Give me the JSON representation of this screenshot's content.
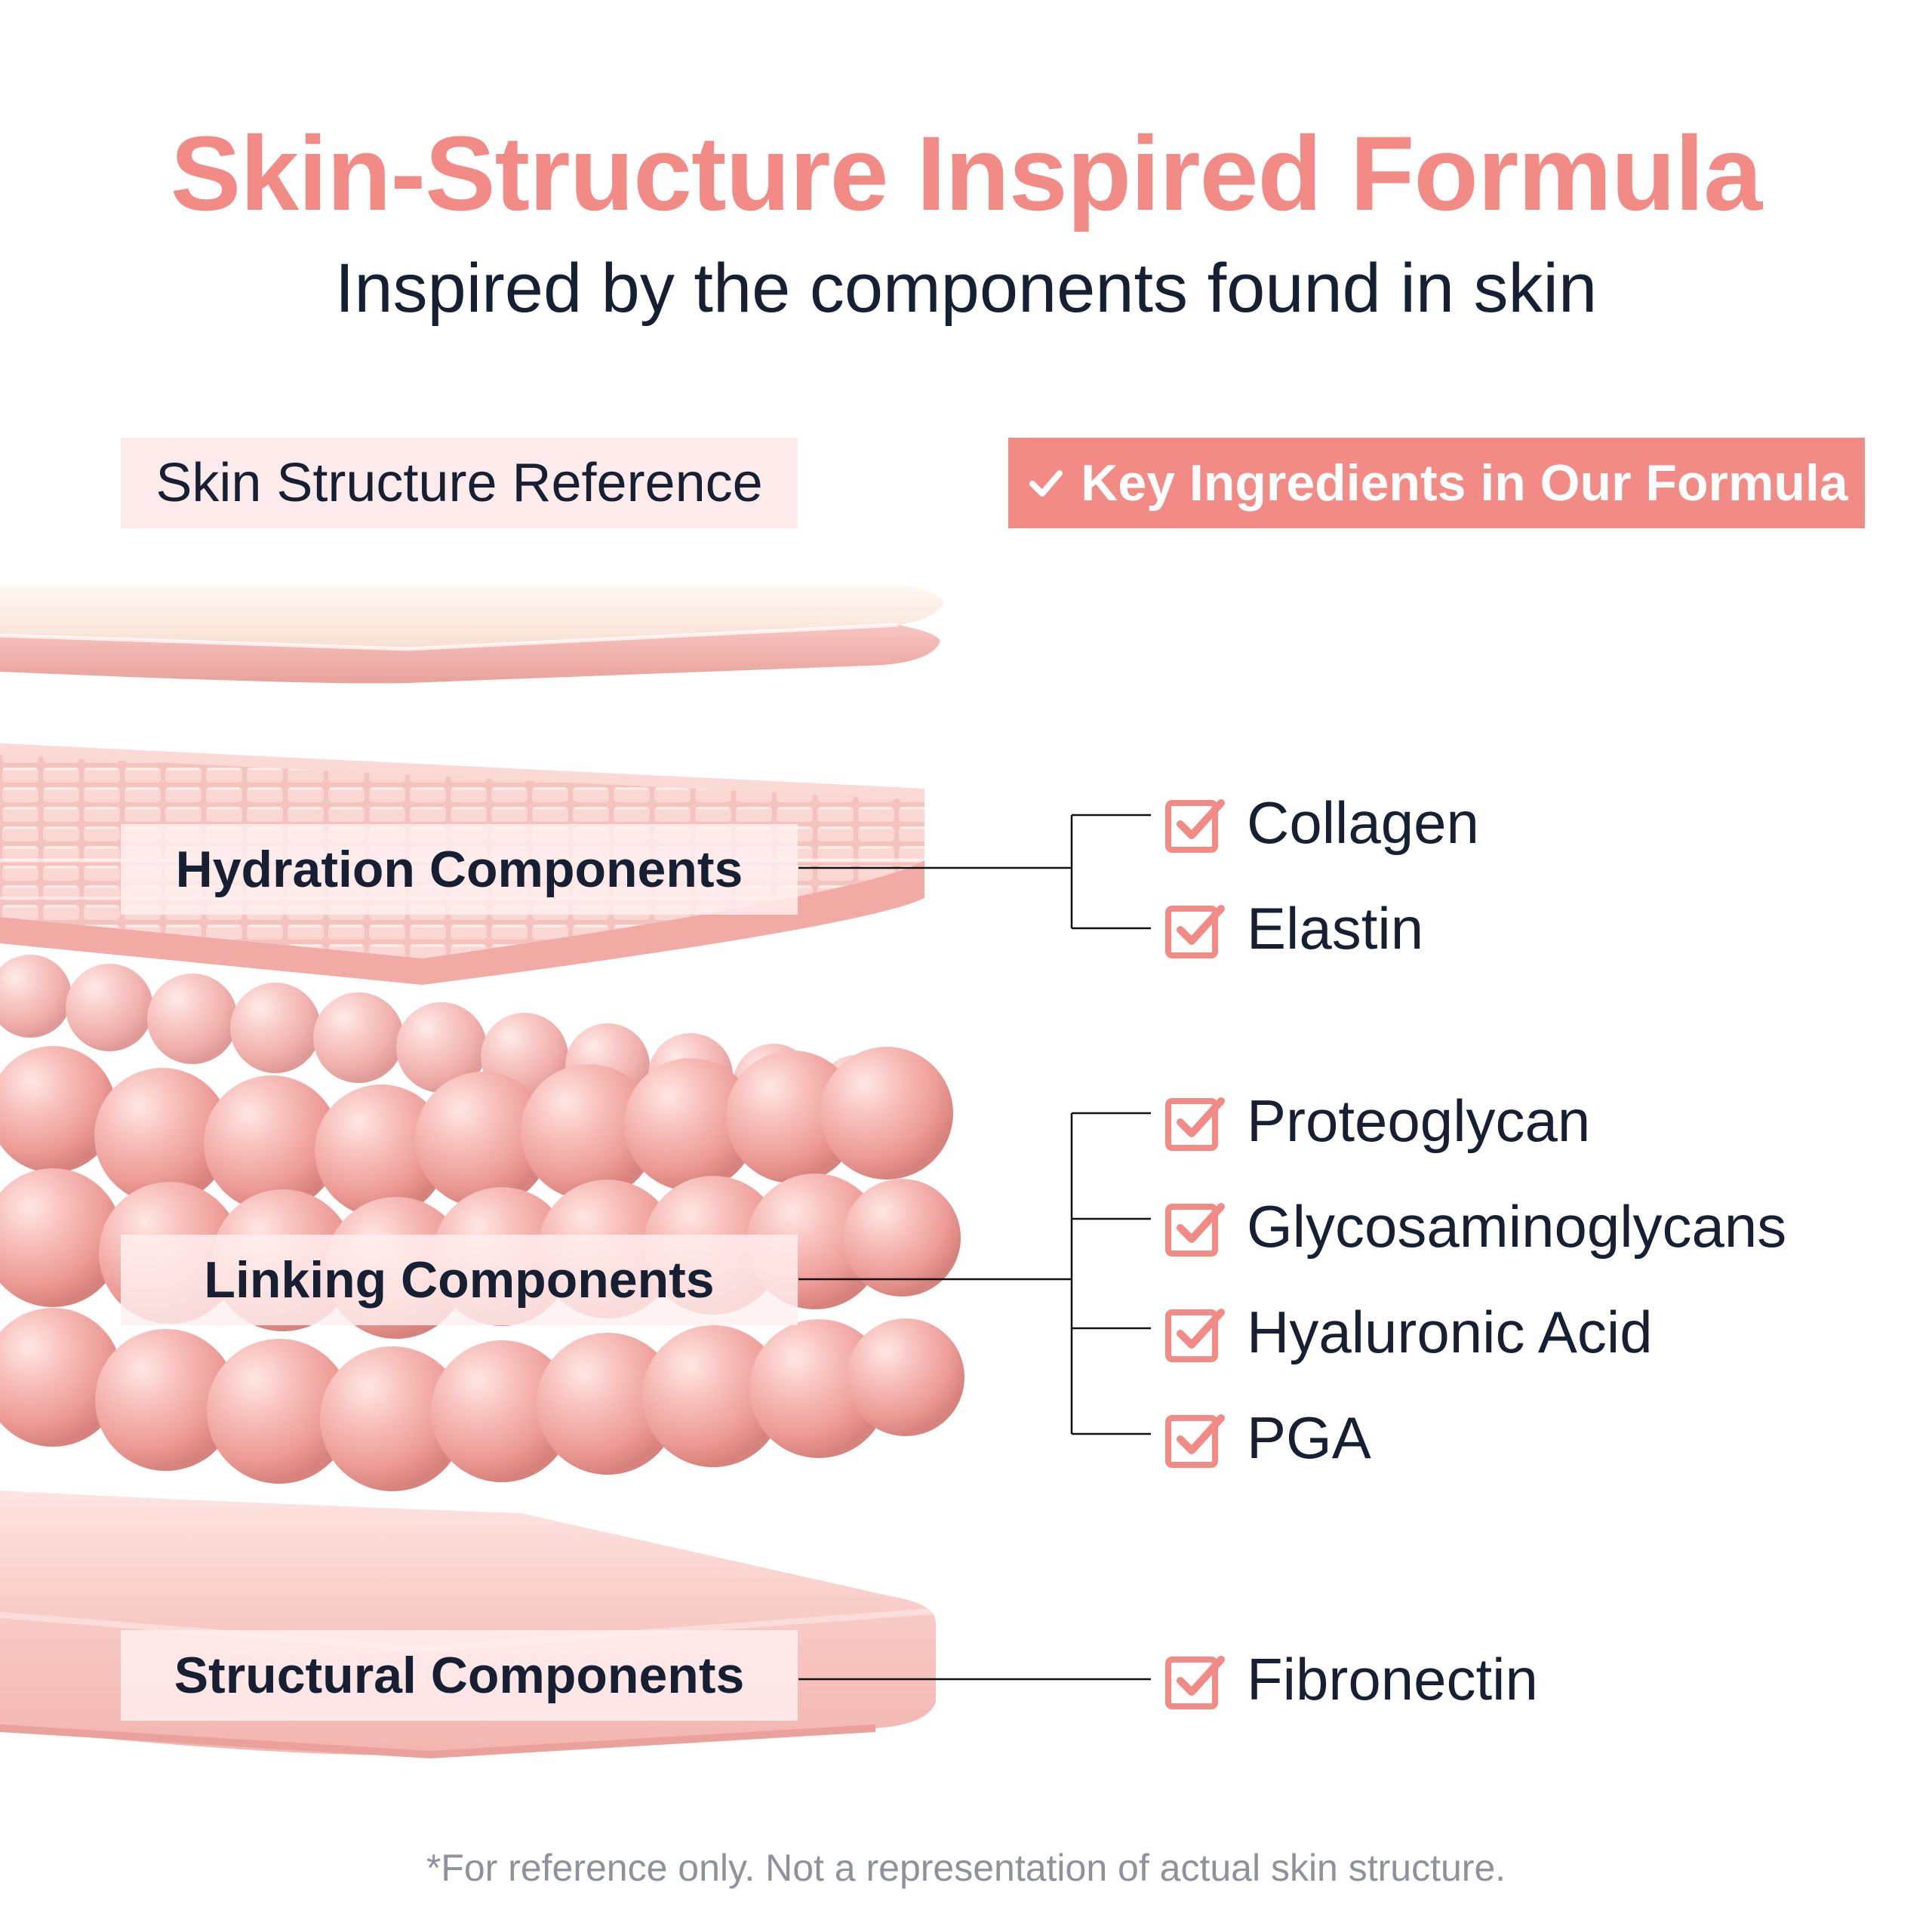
{
  "header": {
    "title": "Skin-Structure Inspired Formula",
    "subtitle": "Inspired by the components found in skin"
  },
  "columns": {
    "reference_label": "Skin Structure Reference",
    "ingredients_label": "Key Ingredients in Our Formula"
  },
  "layers": {
    "hydration": "Hydration Components",
    "linking": "Linking Components",
    "structural": "Structural Components"
  },
  "ingredients": {
    "collagen": "Collagen",
    "elastin": "Elastin",
    "proteoglycan": "Proteoglycan",
    "gag": "Glycosaminoglycans",
    "hyaluronic_acid": "Hyaluronic Acid",
    "pga": "PGA",
    "fibronectin": "Fibronectin"
  },
  "footnote": "*For reference only. Not a representation of actual skin structure.",
  "colors": {
    "accent": "#f28b85",
    "label_bg": "#fdeaea",
    "text": "#172033",
    "muted": "#8f929b",
    "layer_pink": "#f2b2ad"
  },
  "icons": {
    "ingredient_marker": "check-box-icon",
    "header_marker": "check-icon"
  }
}
